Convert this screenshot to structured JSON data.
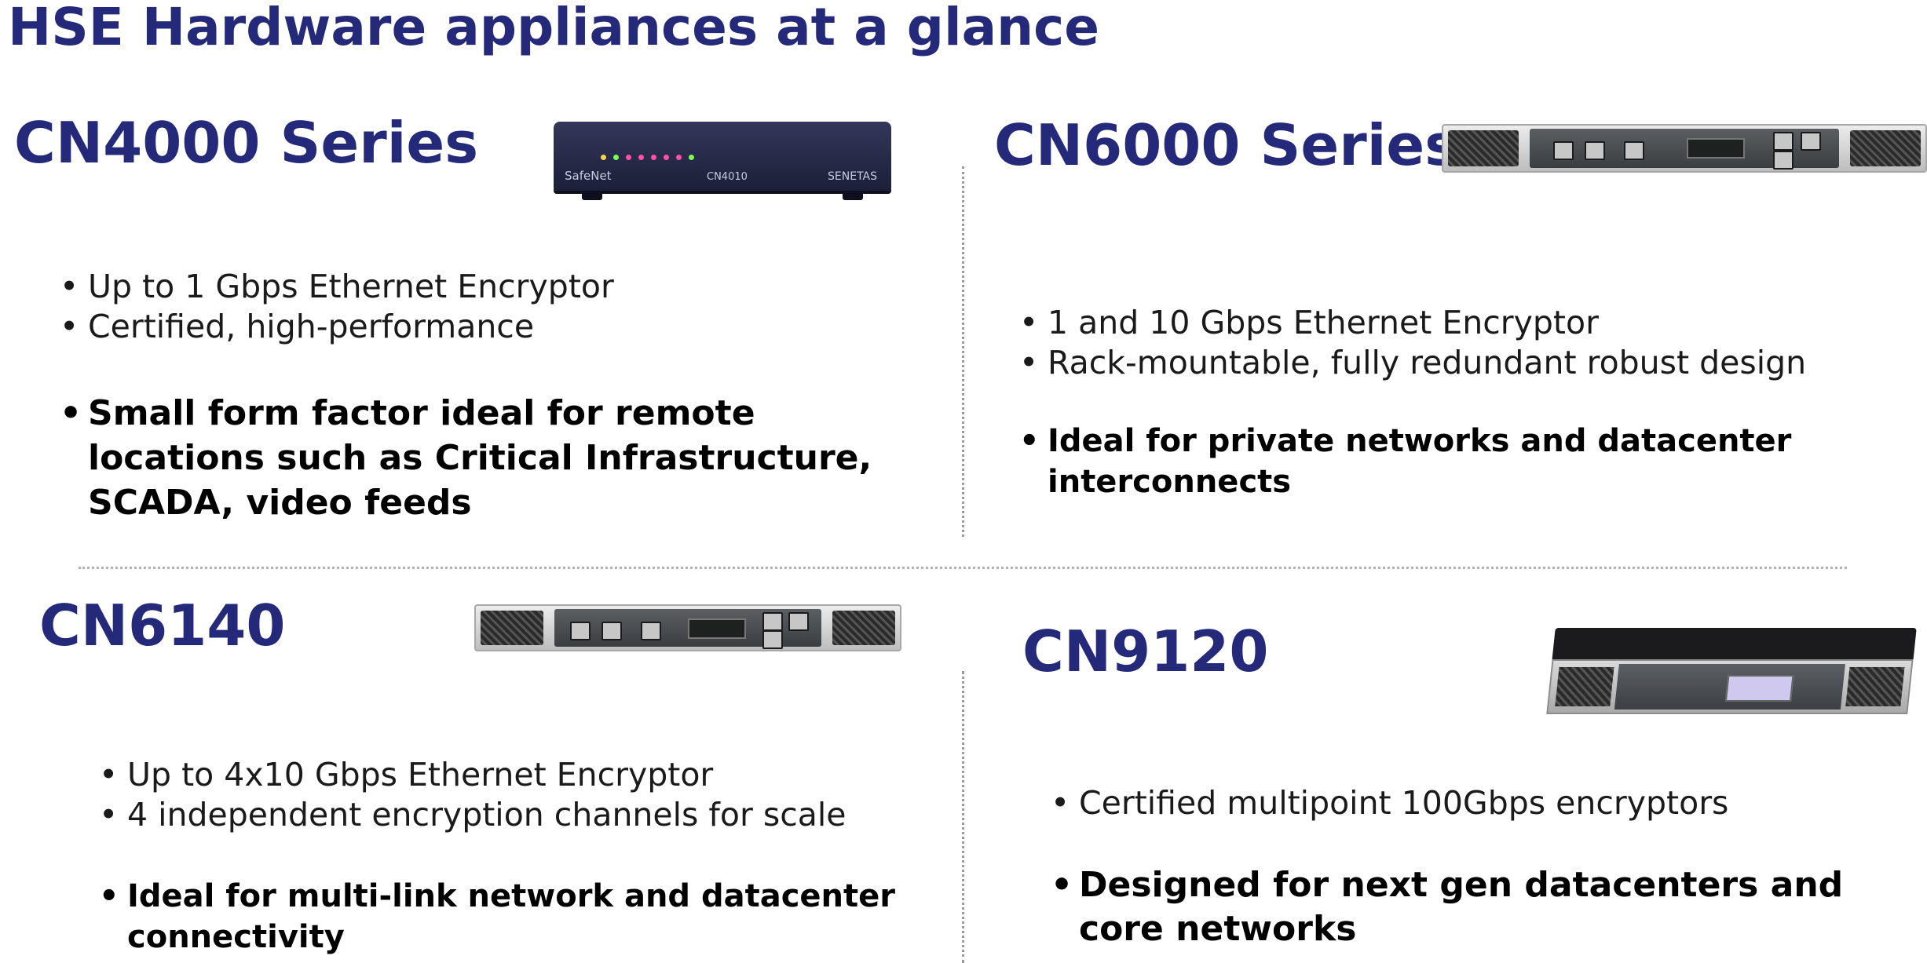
{
  "title": "HSE Hardware appliances at a glance",
  "colors": {
    "heading": "#25297a",
    "body": "#1a1a1a",
    "divider": "#9a9a9a"
  },
  "sections": {
    "cn4000": {
      "heading": "CN4000 Series",
      "points": [
        "Up to 1 Gbps Ethernet Encryptor",
        "Certified, high-performance"
      ],
      "highlight": "Small form factor ideal for remote locations such as Critical Infrastructure, SCADA, video feeds",
      "device": {
        "brand": "SafeNet",
        "model": "CN4010",
        "brand2": "SENETAS"
      }
    },
    "cn6000": {
      "heading": "CN6000 Series",
      "points": [
        "1 and 10 Gbps Ethernet Encryptor",
        "Rack-mountable, fully redundant robust design"
      ],
      "highlight": "Ideal for private networks and datacenter interconnects"
    },
    "cn6140": {
      "heading": "CN6140",
      "points": [
        "Up  to 4x10 Gbps Ethernet Encryptor",
        "4 independent encryption channels for scale"
      ],
      "highlight": "Ideal for multi-link network and datacenter connectivity"
    },
    "cn9120": {
      "heading": "CN9120",
      "points": [
        "Certified multipoint 100Gbps encryptors"
      ],
      "highlight": "Designed for next gen datacenters and core networks"
    }
  }
}
